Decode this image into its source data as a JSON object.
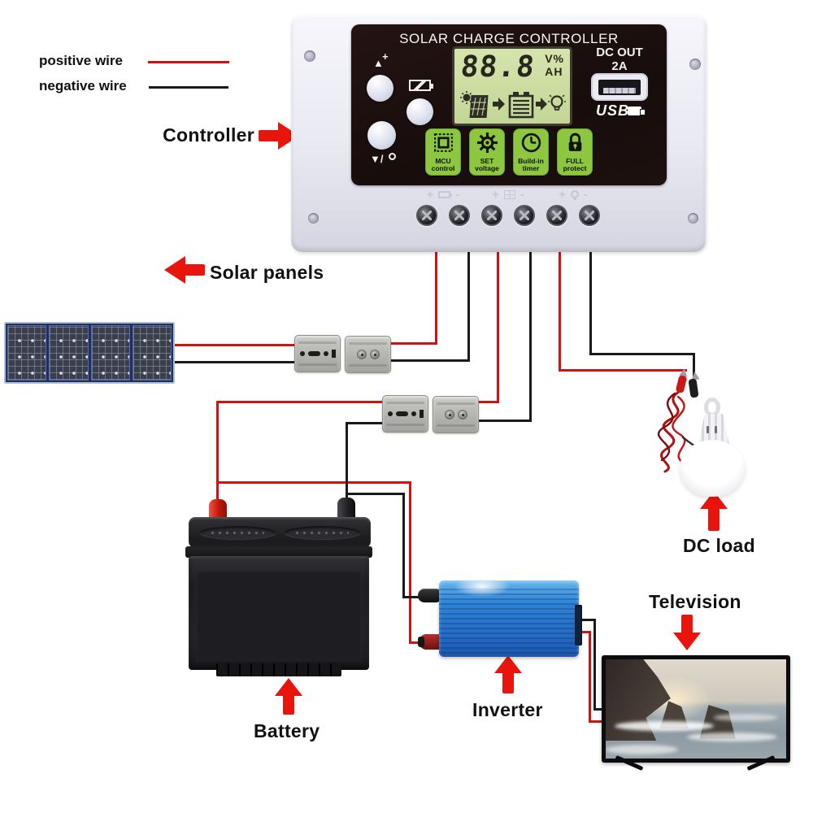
{
  "legend": {
    "positive_label": "positive wire",
    "negative_label": "negative wire"
  },
  "labels": {
    "controller": "Controller",
    "solar_panels": "Solar panels",
    "battery": "Battery",
    "inverter": "Inverter",
    "dc_load": "DC load",
    "television": "Television"
  },
  "controller": {
    "title": "SOLAR CHARGE CONTROLLER",
    "lcd": {
      "value": "88.8",
      "unit_top": "V%",
      "unit_bottom": "AH"
    },
    "dc_out": {
      "line1": "DC OUT",
      "line2": "2A"
    },
    "usb_label": "USB",
    "side_symbols": {
      "up_plus": "+",
      "up_triangle": "▲",
      "down": "▼/"
    },
    "buttons": [
      {
        "icon": "mcu-chip-icon",
        "line1": "MCU",
        "line2": "control"
      },
      {
        "icon": "gear-icon",
        "line1": "SET",
        "line2": "voltage"
      },
      {
        "icon": "clock-icon",
        "line1": "Build-in",
        "line2": "timer"
      },
      {
        "icon": "lock-icon",
        "line1": "FULL",
        "line2": "protect"
      }
    ],
    "terminals": [
      {
        "plus": "+",
        "icon": "battery-terminal-icon",
        "minus": "-"
      },
      {
        "plus": "+",
        "icon": "solar-panel-terminal-icon",
        "minus": "-"
      },
      {
        "plus": "+",
        "icon": "lamp-terminal-icon",
        "minus": "-"
      }
    ]
  },
  "colors": {
    "accent_red": "#e8150c",
    "wire_red": "#cf1212",
    "wire_black": "#1a1a1a",
    "button_green": "#8dc63f",
    "lcd_green": "#cfe0a5",
    "inverter_blue": "#2e7dd2"
  }
}
